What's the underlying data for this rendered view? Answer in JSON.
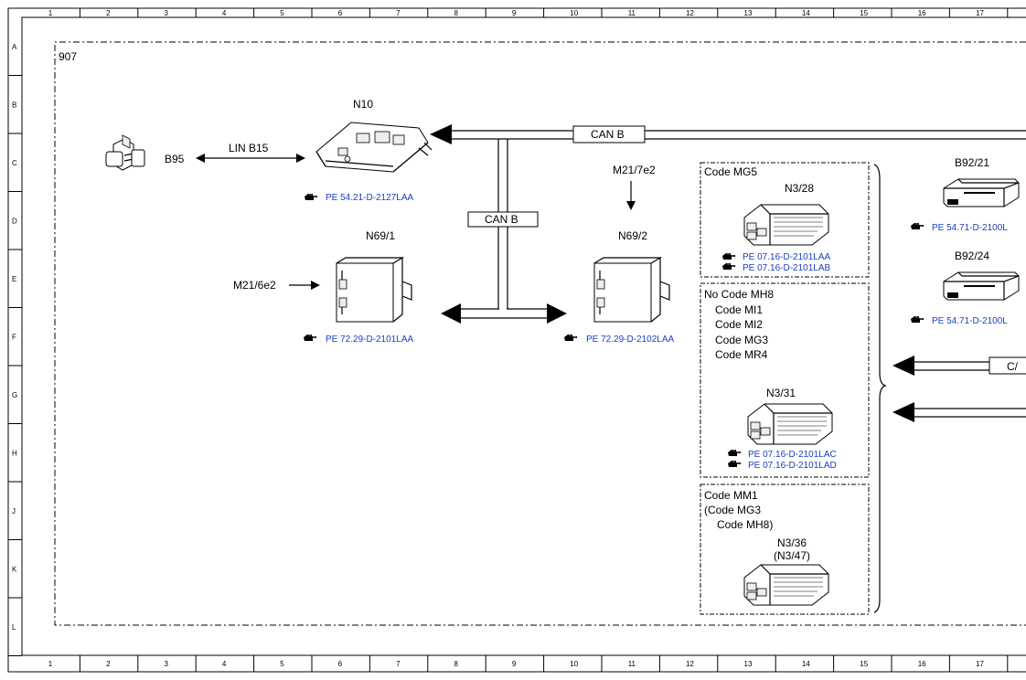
{
  "frame": {
    "columns": [
      "1",
      "2",
      "3",
      "4",
      "5",
      "6",
      "7",
      "8",
      "9",
      "10",
      "11",
      "12",
      "13",
      "14",
      "15",
      "16",
      "17"
    ],
    "rows": [
      "A",
      "B",
      "C",
      "D",
      "E",
      "F",
      "G",
      "H",
      "J",
      "K",
      "L"
    ]
  },
  "area_label": "907",
  "components": {
    "b95": "B95",
    "n10": "N10",
    "n69_1": "N69/1",
    "n69_2": "N69/2",
    "m21_6e2": "M21/6e2",
    "m21_7e2": "M21/7e2",
    "n3_28": "N3/28",
    "n3_31": "N3/31",
    "n3_36": "N3/36",
    "n3_47": "(N3/47)",
    "b92_21": "B92/21",
    "b92_24": "B92/24"
  },
  "buses": {
    "lin_b15": "LIN B15",
    "can_b_top": "CAN B",
    "can_b_mid": "CAN B",
    "can_right": "C/"
  },
  "code_boxes": {
    "mg5": [
      "Code MG5"
    ],
    "mh8": [
      "No Code MH8",
      "Code MI1",
      "Code MI2",
      "Code MG3",
      "Code MR4"
    ],
    "mm1": [
      "Code MM1",
      "(Code MG3",
      "Code MH8)"
    ]
  },
  "refs": {
    "n10": "PE 54.21-D-2127LAA",
    "n69_1": "PE 72.29-D-2101LAA",
    "n69_2": "PE 72.29-D-2102LAA",
    "n3_28_a": "PE 07.16-D-2101LAA",
    "n3_28_b": "PE 07.16-D-2101LAB",
    "n3_31_a": "PE 07.16-D-2101LAC",
    "n3_31_b": "PE 07.16-D-2101LAD",
    "b92_21": "PE 54.71-D-2100L",
    "b92_24": "PE 54.71-D-2100L"
  },
  "icons": {
    "reference": "pointing-hand-icon"
  },
  "colors": {
    "reference_text": "#1a3fbf",
    "lines": "#000000"
  }
}
